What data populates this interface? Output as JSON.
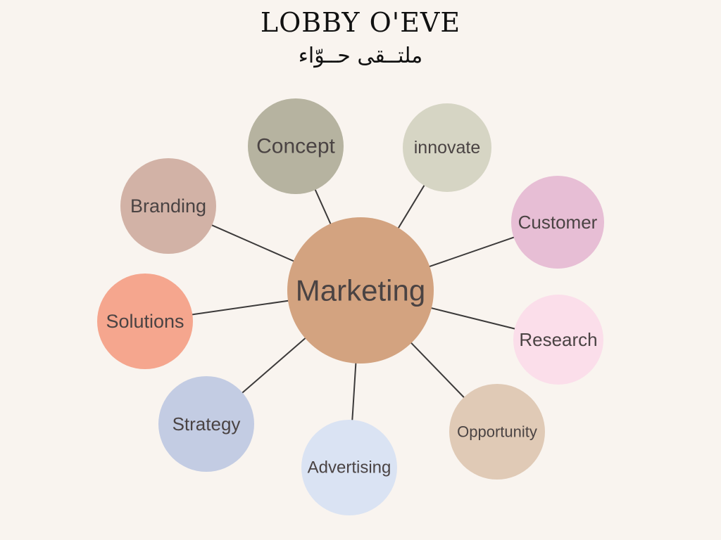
{
  "title": "LOBBY O'EVE",
  "subtitle": "ملتــقى حــوّاء",
  "diagram": {
    "center": {
      "label": "Marketing",
      "color": "#d3a380"
    },
    "line_color": "#3c3a3a",
    "text_color": "#4a4343",
    "nodes": [
      {
        "id": "concept",
        "label": "Concept",
        "color": "#b6b3a0"
      },
      {
        "id": "innovate",
        "label": "innovate",
        "color": "#d6d5c4"
      },
      {
        "id": "customer",
        "label": "Customer",
        "color": "#e7bed5"
      },
      {
        "id": "research",
        "label": "Research",
        "color": "#fbdeea"
      },
      {
        "id": "opportunity",
        "label": "Opportunity",
        "color": "#e0cab6"
      },
      {
        "id": "advertising",
        "label": "Advertising",
        "color": "#dae3f3"
      },
      {
        "id": "strategy",
        "label": "Strategy",
        "color": "#c3cce3"
      },
      {
        "id": "solutions",
        "label": "Solutions",
        "color": "#f5a68e"
      },
      {
        "id": "branding",
        "label": "Branding",
        "color": "#d2b2a6"
      }
    ]
  }
}
